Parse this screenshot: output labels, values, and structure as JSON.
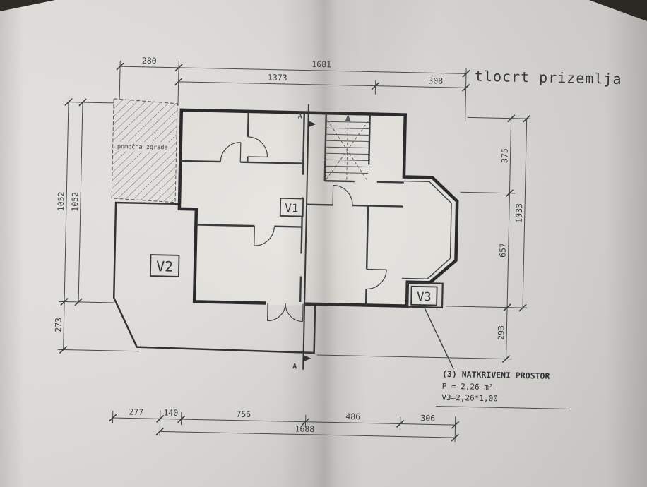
{
  "title": "tlocrt prizemlja",
  "labels": {
    "v1": "V1",
    "v2": "V2",
    "v3": "V3",
    "aux_building": "pomoćna zgrada",
    "section": "A"
  },
  "dimensions": {
    "top": {
      "row1": [
        "280",
        "1681"
      ],
      "row2": [
        "1373",
        "308"
      ]
    },
    "left": {
      "outer": "1052",
      "inner": "1052",
      "lower": "273"
    },
    "right": {
      "segments": [
        "375",
        "657",
        "293"
      ],
      "total": "1033"
    },
    "bottom": {
      "row1": [
        "277",
        "140",
        "756",
        "486",
        "306"
      ],
      "total": "1688"
    }
  },
  "annotation": {
    "heading": "(3) NATKRIVENI PROSTOR",
    "area": "P = 2,26 m²",
    "formula": "V3=2,26*1,00"
  },
  "colors": {
    "ink": "#2c2c2e",
    "dim_ink": "#46484c",
    "paper": "#dedcd8",
    "photo_background": "#1e1b18"
  }
}
